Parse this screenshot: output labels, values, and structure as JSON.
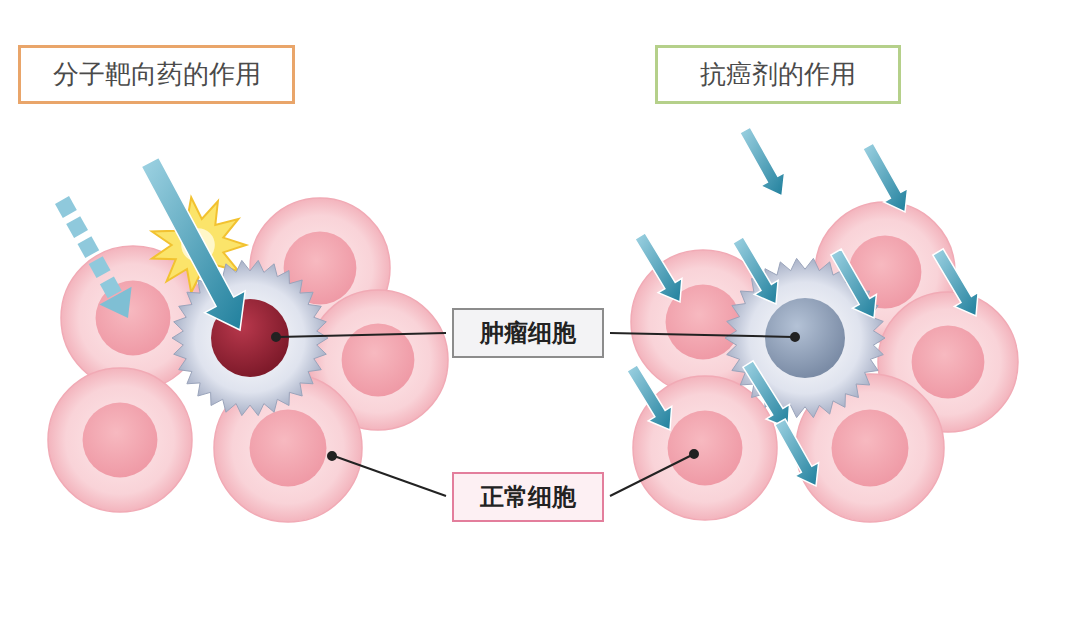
{
  "diagram": {
    "nodes": [
      {
        "text": [
          "分子靶向药的作用"
        ]
      },
      {
        "text": [
          "抗癌剂的作用"
        ]
      },
      {
        "text": [
          "肿瘤细胞"
        ]
      },
      {
        "text": [
          "正常细胞"
        ]
      }
    ]
  }
}
